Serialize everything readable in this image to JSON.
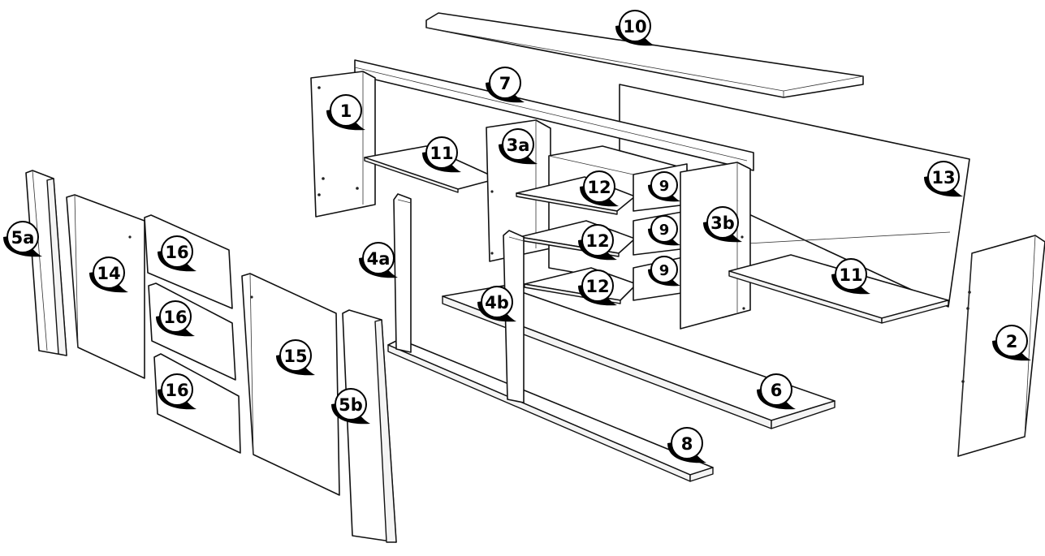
{
  "diagram": {
    "parts": [
      {
        "id": "p1",
        "label": "1"
      },
      {
        "id": "p2",
        "label": "2"
      },
      {
        "id": "p3a",
        "label": "3a"
      },
      {
        "id": "p3b",
        "label": "3b"
      },
      {
        "id": "p4a",
        "label": "4a"
      },
      {
        "id": "p4b",
        "label": "4b"
      },
      {
        "id": "p5a",
        "label": "5a"
      },
      {
        "id": "p5b",
        "label": "5b"
      },
      {
        "id": "p6",
        "label": "6"
      },
      {
        "id": "p7",
        "label": "7"
      },
      {
        "id": "p8",
        "label": "8"
      },
      {
        "id": "p9a",
        "label": "9"
      },
      {
        "id": "p9b",
        "label": "9"
      },
      {
        "id": "p9c",
        "label": "9"
      },
      {
        "id": "p10",
        "label": "10"
      },
      {
        "id": "p11a",
        "label": "11"
      },
      {
        "id": "p11b",
        "label": "11"
      },
      {
        "id": "p12a",
        "label": "12"
      },
      {
        "id": "p12b",
        "label": "12"
      },
      {
        "id": "p12c",
        "label": "12"
      },
      {
        "id": "p13",
        "label": "13"
      },
      {
        "id": "p14",
        "label": "14"
      },
      {
        "id": "p15",
        "label": "15"
      },
      {
        "id": "p16a",
        "label": "16"
      },
      {
        "id": "p16b",
        "label": "16"
      },
      {
        "id": "p16c",
        "label": "16"
      }
    ]
  }
}
